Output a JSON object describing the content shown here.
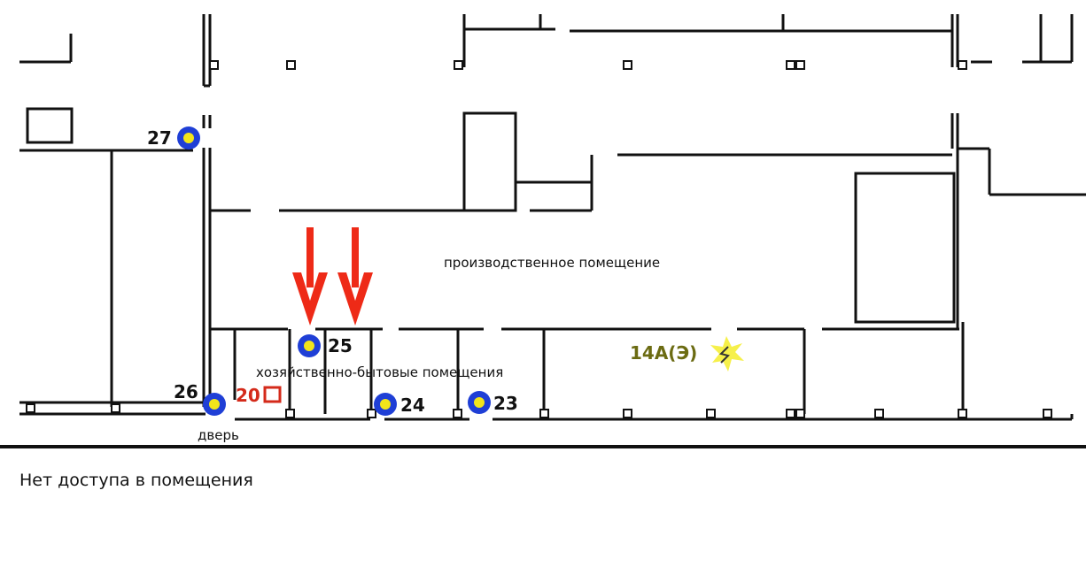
{
  "labels": {
    "production_room": "производственное помещение",
    "utility_rooms": "хозяйственно-бытовые помещения",
    "door": "дверь"
  },
  "markers": [
    {
      "id": "p27",
      "label": "27",
      "type": "blue-yellow-dot"
    },
    {
      "id": "p26",
      "label": "26",
      "type": "blue-yellow-dot"
    },
    {
      "id": "p25",
      "label": "25",
      "type": "blue-yellow-dot"
    },
    {
      "id": "p24",
      "label": "24",
      "type": "blue-yellow-dot"
    },
    {
      "id": "p23",
      "label": "23",
      "type": "blue-yellow-dot"
    },
    {
      "id": "p20",
      "label": "20",
      "type": "red-square"
    },
    {
      "id": "p14",
      "label": "14А(Э)",
      "type": "yellow-lightning"
    }
  ],
  "caption": "Нет доступа в помещения",
  "colors": {
    "marker_ring": "#1f3fd6",
    "marker_center": "#f2e51a",
    "arrow": "#ee2a17",
    "red_label": "#d42a1a",
    "olive_label": "#6b6b12",
    "wall": "#111111"
  }
}
